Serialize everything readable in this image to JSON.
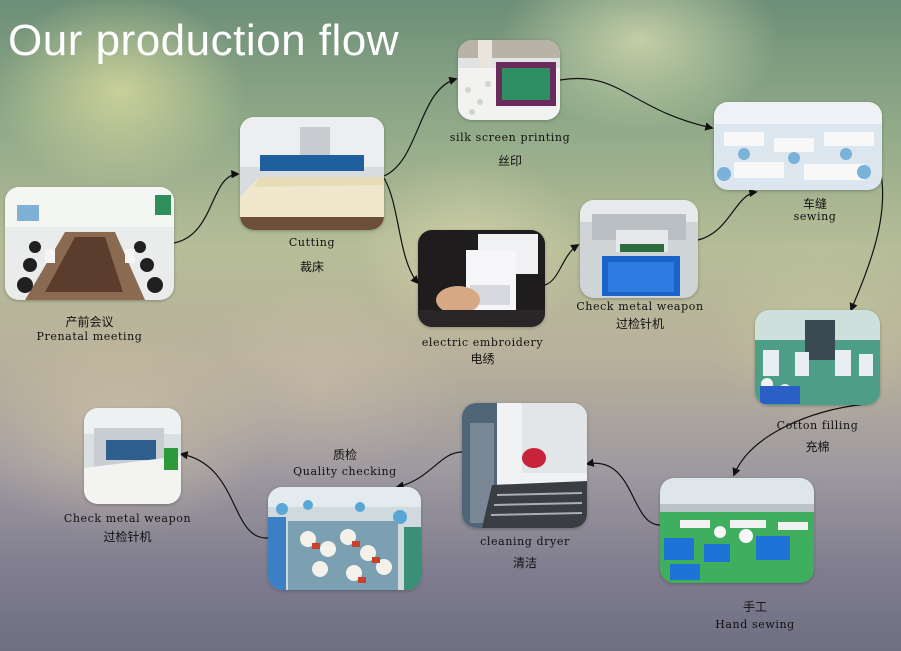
{
  "title": "Our production flow",
  "steps": [
    {
      "zh": "产前会议",
      "en": "Prenatal meeting"
    },
    {
      "en": "Cutting",
      "zh": "裁床"
    },
    {
      "en": "silk screen printing",
      "zh": "丝印"
    },
    {
      "en": "electric embroidery",
      "zh": "电绣"
    },
    {
      "en": "Check metal weapon",
      "zh": "过检针机"
    },
    {
      "zh": "车缝",
      "en": "sewing"
    },
    {
      "en": "Cotton filling",
      "zh": "充棉"
    },
    {
      "zh": "手工",
      "en": "Hand sewing"
    },
    {
      "en": "cleaning dryer",
      "zh": "清洁"
    },
    {
      "zh": "质检",
      "en": "Quality checking"
    },
    {
      "en": "Check metal weapon",
      "zh": "过检针机"
    }
  ],
  "photo_icons": [
    "meeting-room-photo",
    "cutting-table-photo",
    "silk-screen-photo",
    "embroidery-machine-photo",
    "metal-detector-photo",
    "sewing-workshop-photo",
    "cotton-filling-photo",
    "hand-sewing-photo",
    "cleaning-dryer-photo",
    "quality-check-photo",
    "metal-detector-final-photo"
  ]
}
